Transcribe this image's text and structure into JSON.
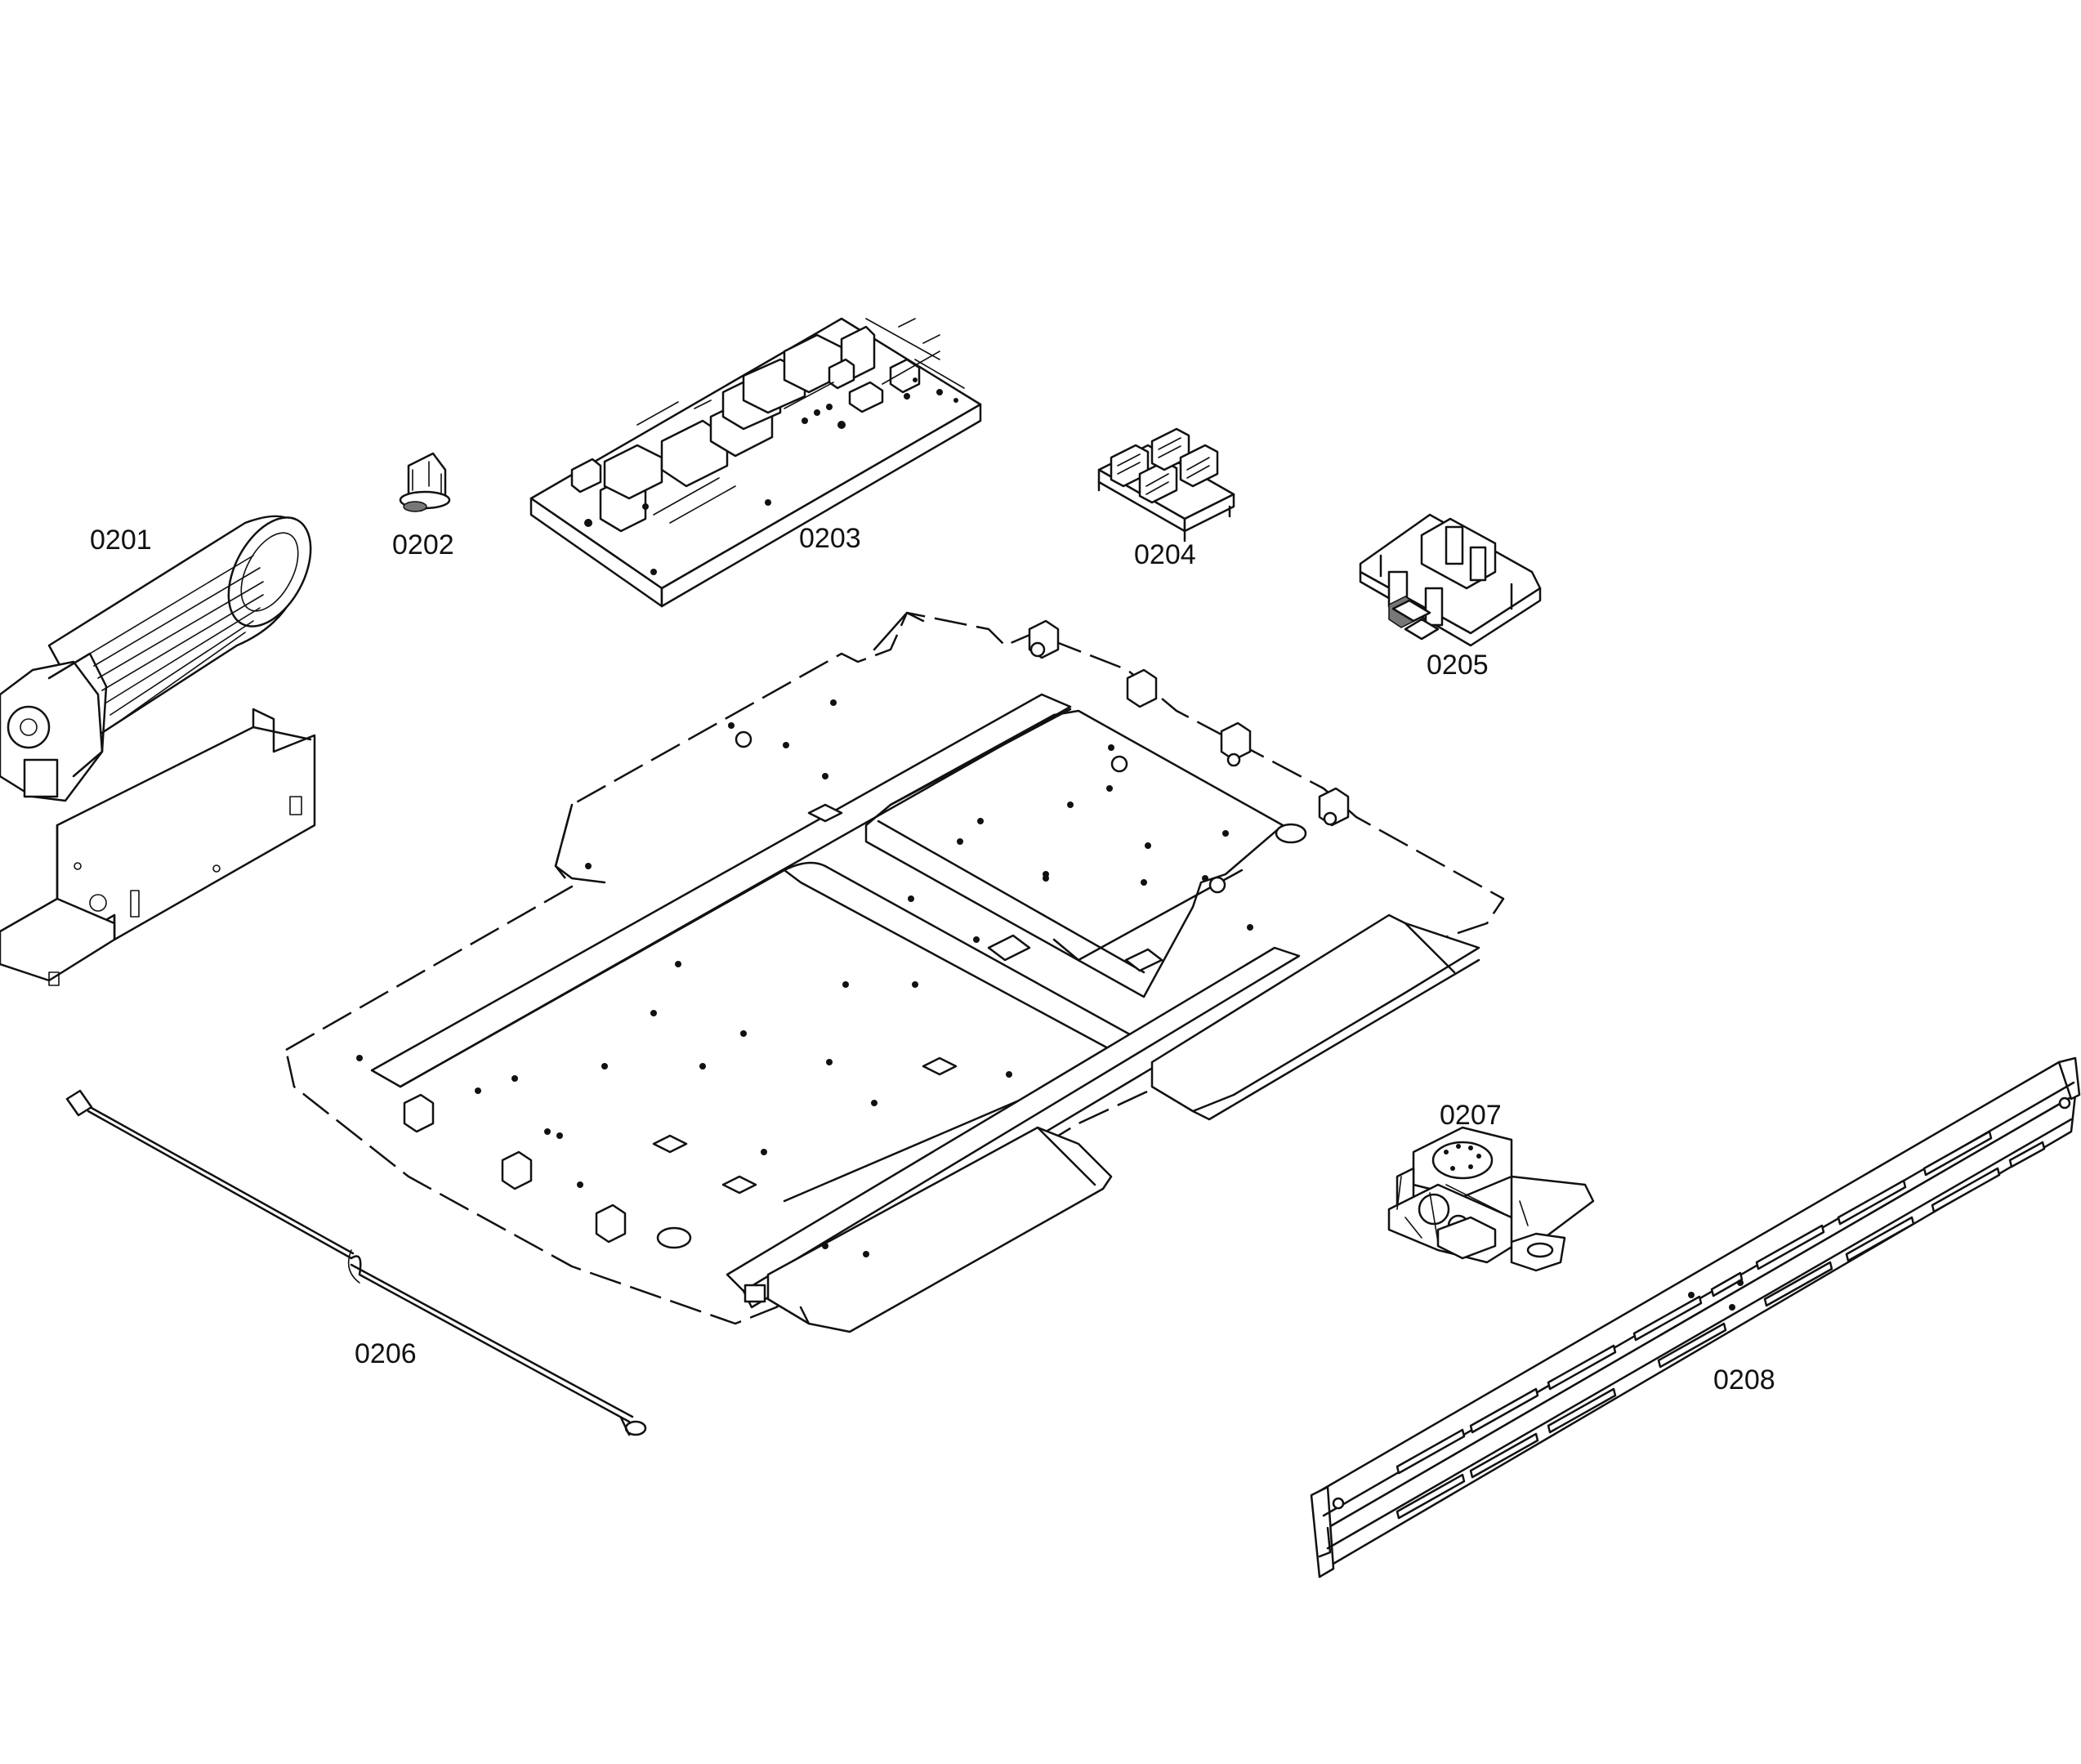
{
  "parts": [
    {
      "id": "fan-motor",
      "label": "0201"
    },
    {
      "id": "thermostat",
      "label": "0202"
    },
    {
      "id": "control-board",
      "label": "0203"
    },
    {
      "id": "relay-board",
      "label": "0204"
    },
    {
      "id": "connector-block",
      "label": "0205"
    },
    {
      "id": "wire-harness",
      "label": "0206"
    },
    {
      "id": "door-lock-motor",
      "label": "0207"
    },
    {
      "id": "vent-trim",
      "label": "0208"
    }
  ]
}
